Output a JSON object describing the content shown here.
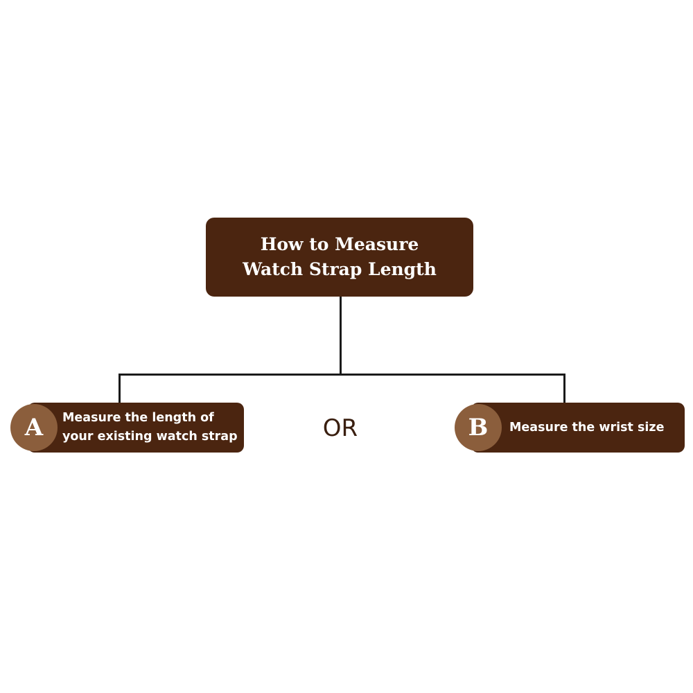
{
  "title": {
    "line1": "How to Measure",
    "line2": "Watch Strap Length"
  },
  "option_a": {
    "letter": "A",
    "line1": "Measure the length of",
    "line2": "your existing watch strap"
  },
  "separator": "OR",
  "option_b": {
    "letter": "B",
    "text": "Measure the wrist size"
  },
  "colors": {
    "box": "#4b2510",
    "circle": "#8b5e3c",
    "connector": "#1a1a1a"
  }
}
